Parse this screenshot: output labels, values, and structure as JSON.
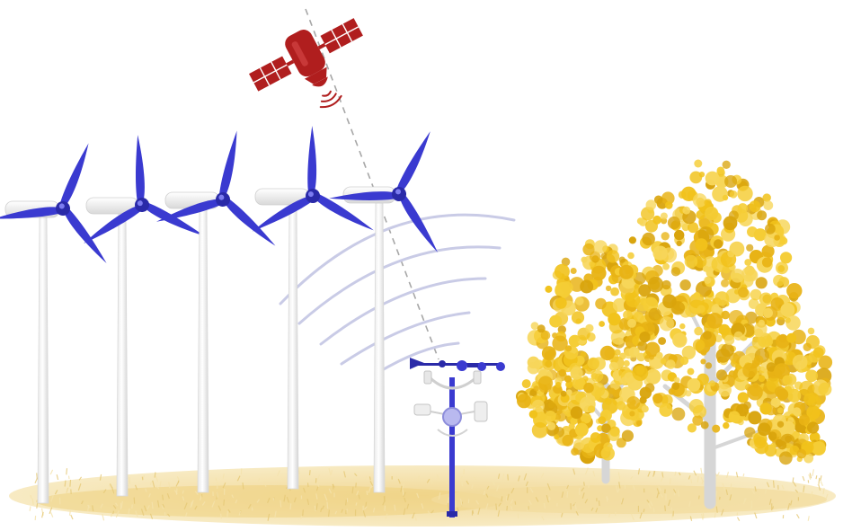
{
  "scene": {
    "elements": [
      "satellite",
      "wind-turbines",
      "weather-station",
      "signal-waves",
      "trees",
      "ground"
    ],
    "turbine_count": 5,
    "tree_count": 2
  },
  "colors": {
    "background": "#ffffff",
    "satellite": "#b01e1e",
    "satellite_light": "#d94a4a",
    "blade": "#3a3ad0",
    "blade_dark": "#2a2aa8",
    "tower": "#f3f3f3",
    "tower_shade": "#d8d8d8",
    "waves": "#c9cbe6",
    "beam": "#a7a7a7",
    "foliage": "#f1c21b",
    "foliage_light": "#f7d65a",
    "foliage_dark": "#d9a40c",
    "trunk": "#dcdcdc",
    "ground": "#f2dd9c",
    "ground_dark": "#e6c977"
  }
}
